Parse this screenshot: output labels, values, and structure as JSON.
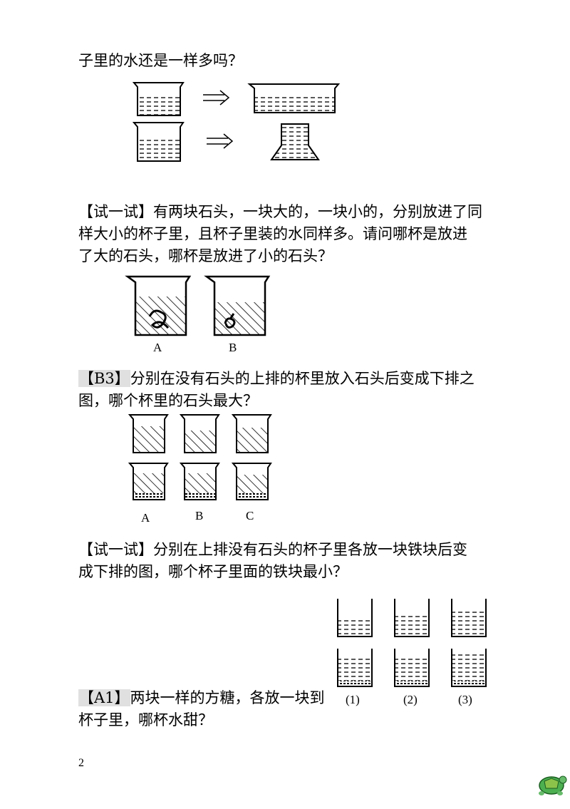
{
  "intro": {
    "line1": "子里的水还是一样多吗？"
  },
  "try1": {
    "tag": "【试一试】",
    "line1_rest": "有两块石头，一块大的，一块小的，分别放进了同",
    "line2": "样大小的杯子里，且杯子里装的水同样多。请问哪杯是放进",
    "line3": "了大的石头，哪杯是放进了小的石头？",
    "cup_labels": [
      "A",
      "B"
    ]
  },
  "b3": {
    "tag": "【B3】",
    "line1_rest": "分别在没有石头的上排的杯里放入石头后变成下排之",
    "line2": "图，哪个杯里的石头最大？",
    "cup_labels": [
      "A",
      "B",
      "C"
    ]
  },
  "try2": {
    "tag": "【试一试】",
    "line1_rest": "分别在上排没有石头的杯子里各放一块铁块后变",
    "line2": "成下排的图，哪个杯子里面的铁块最小？",
    "cup_labels": [
      "(1)",
      "(2)",
      "(3)"
    ]
  },
  "a1": {
    "tag": "【A1】",
    "line1_rest": "两块一样的方糖，各放一块到",
    "line2": "杯子里，哪杯水甜？"
  },
  "page_number": "2"
}
